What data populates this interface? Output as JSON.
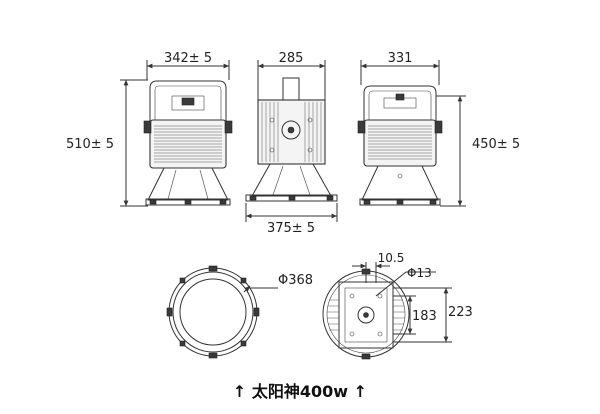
{
  "drawing": {
    "front_view": {
      "width_label": "342± 5",
      "height_label": "510± 5"
    },
    "side_view": {
      "top_label": "285",
      "bottom_label": "375± 5"
    },
    "rear_view": {
      "width_label": "331",
      "height_label": "450± 5"
    },
    "ring_view": {
      "diameter_label": "Φ368"
    },
    "bracket_view": {
      "offset_label": "10.5",
      "hole_label": "Φ13",
      "inner_label": "183",
      "outer_label": "223"
    },
    "caption": "↑ 太阳神400w ↑"
  },
  "colors": {
    "line": "#333333",
    "text": "#222222",
    "background": "#ffffff"
  }
}
